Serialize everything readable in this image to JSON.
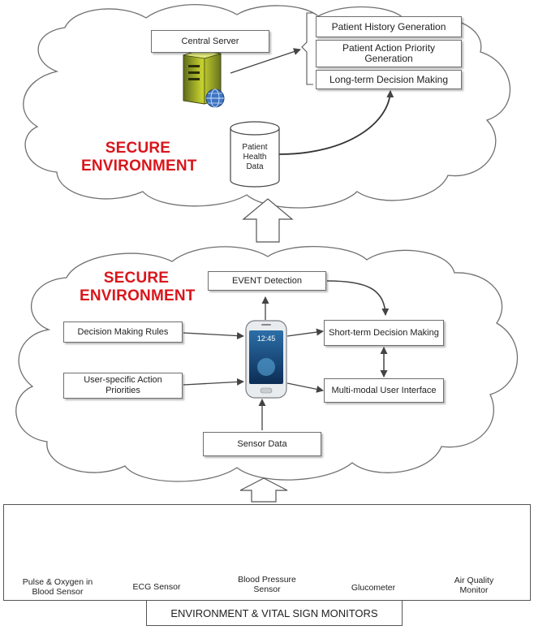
{
  "top_cloud": {
    "secure_label": "SECURE\nENVIRONMENT",
    "central_server_label": "Central Server",
    "database_label": "Patient\nHealth\nData",
    "outputs": [
      "Patient History Generation",
      "Patient Action Priority Generation",
      "Long-term Decision Making"
    ]
  },
  "mid_cloud": {
    "secure_label": "SECURE\nENVIRONMENT",
    "event_detection": "EVENT Detection",
    "decision_rules": "Decision Making Rules",
    "user_priorities": "User-specific Action Priorities",
    "short_term": "Short-term Decision Making",
    "multimodal": "Multi-modal User Interface",
    "sensor_data": "Sensor Data"
  },
  "monitors": {
    "title": "ENVIRONMENT & VITAL SIGN MONITORS",
    "items": [
      {
        "label": "Pulse & Oxygen in Blood Sensor",
        "icon": "pulse-oximeter-icon"
      },
      {
        "label": "ECG Sensor",
        "icon": "ecg-sensor-icon"
      },
      {
        "label": "Blood Pressure Sensor",
        "icon": "blood-pressure-icon"
      },
      {
        "label": "Glucometer",
        "icon": "glucometer-icon"
      },
      {
        "label": "Air Quality Monitor",
        "icon": "air-quality-icon"
      }
    ]
  },
  "colors": {
    "secure": "#d9161c",
    "outline": "#555555",
    "arrow": "#444444"
  }
}
